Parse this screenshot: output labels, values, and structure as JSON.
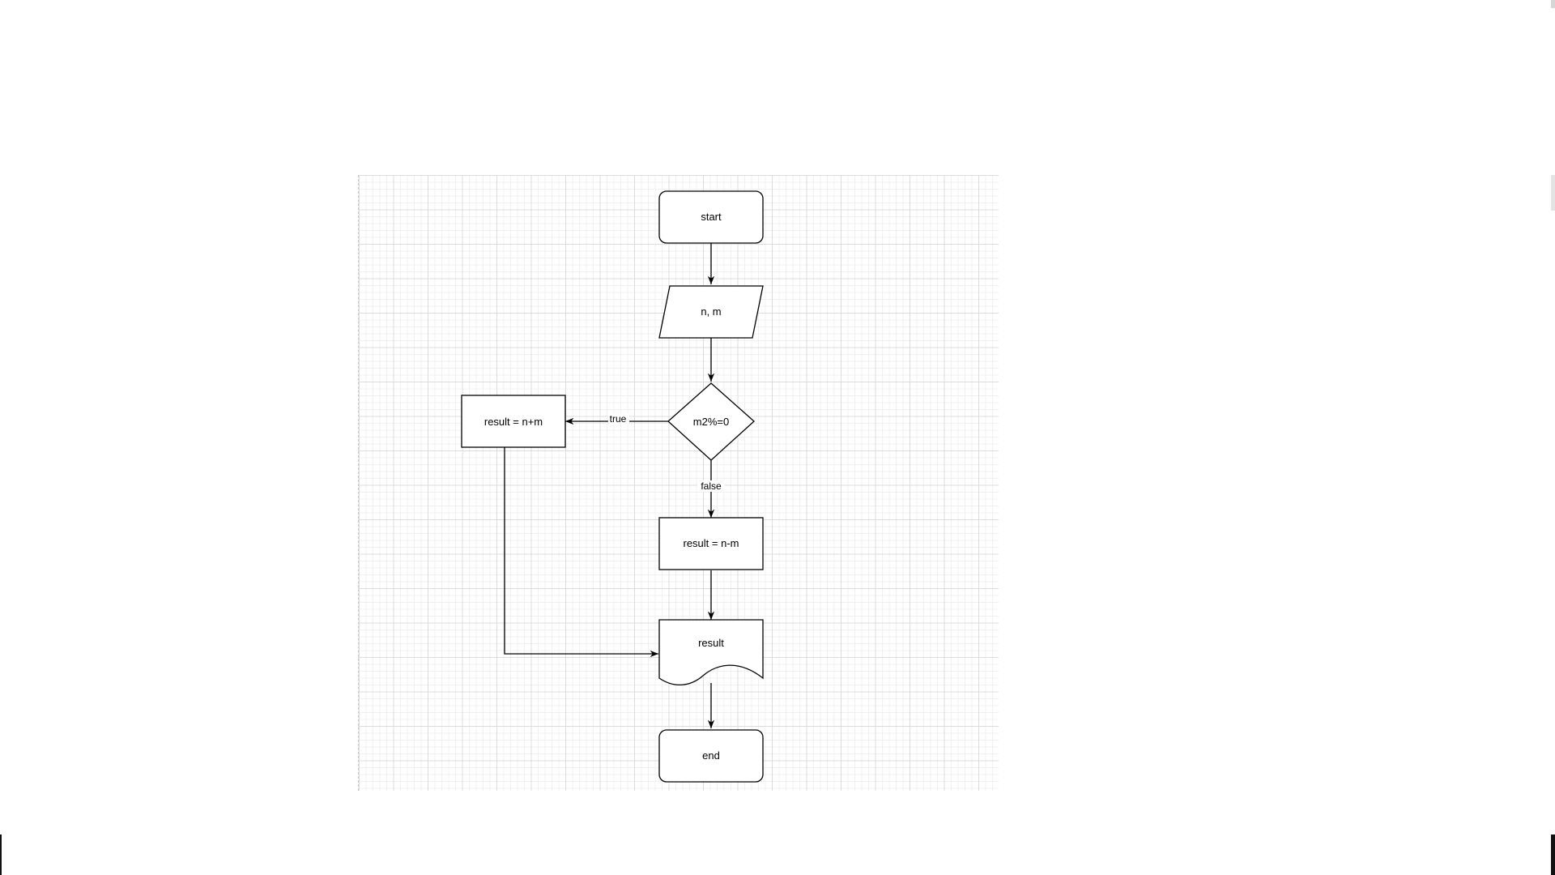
{
  "diagram": {
    "nodes": {
      "start": {
        "label": "start"
      },
      "input": {
        "label": "n, m"
      },
      "decision": {
        "label": "m2%=0"
      },
      "true_process": {
        "label": "result = n+m"
      },
      "false_process": {
        "label": "result = n-m"
      },
      "output": {
        "label": "result"
      },
      "end": {
        "label": "end"
      }
    },
    "edges": {
      "true_label": "true",
      "false_label": "false"
    }
  },
  "colors": {
    "stroke": "#000000",
    "fill": "#ffffff",
    "grid_major": "#dcdcdc",
    "grid_minor": "#f0f0f0"
  }
}
